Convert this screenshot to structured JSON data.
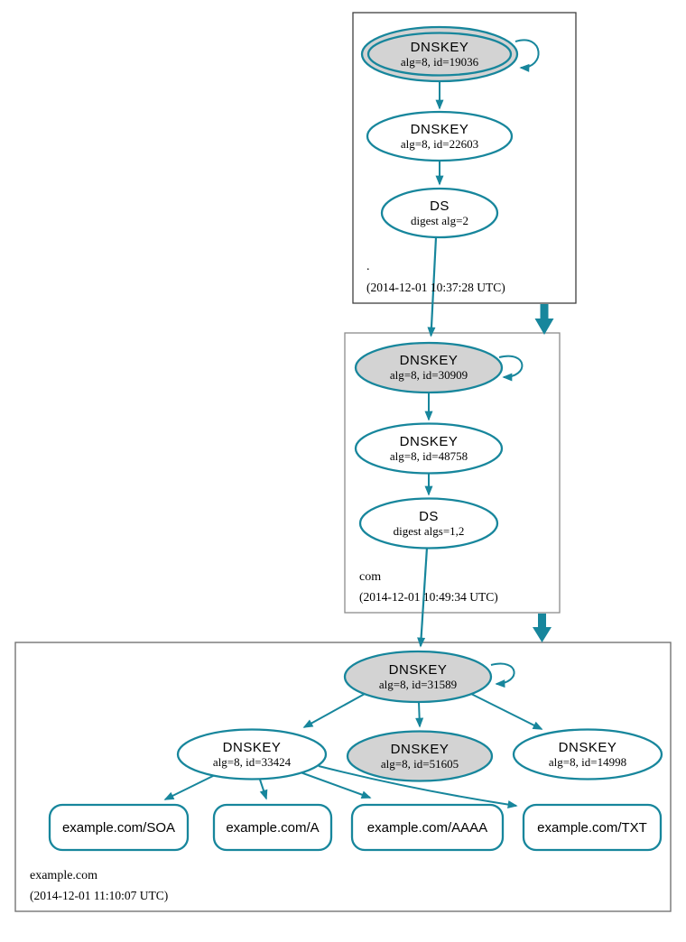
{
  "diagram_type": "dnssec-authentication-chain",
  "colors": {
    "teal": "#17869c",
    "node_fill": "#d3d3d3",
    "box_border_root": "#3f3f3f",
    "box_border_com": "#8c8c8c",
    "box_border_example": "#757575",
    "text": "#000000"
  },
  "zones": [
    {
      "name": ".",
      "timestamp": "(2014-12-01 10:37:28 UTC)"
    },
    {
      "name": "com",
      "timestamp": "(2014-12-01 10:49:34 UTC)"
    },
    {
      "name": "example.com",
      "timestamp": "(2014-12-01 11:10:07 UTC)"
    }
  ],
  "nodes": {
    "root_ksk": {
      "label": "DNSKEY",
      "detail": "alg=8, id=19036"
    },
    "root_zsk": {
      "label": "DNSKEY",
      "detail": "alg=8, id=22603"
    },
    "root_ds": {
      "label": "DS",
      "detail": "digest alg=2"
    },
    "com_ksk": {
      "label": "DNSKEY",
      "detail": "alg=8, id=30909"
    },
    "com_zsk": {
      "label": "DNSKEY",
      "detail": "alg=8, id=48758"
    },
    "com_ds": {
      "label": "DS",
      "detail": "digest algs=1,2"
    },
    "example_ksk": {
      "label": "DNSKEY",
      "detail": "alg=8, id=31589"
    },
    "example_zsk": {
      "label": "DNSKEY",
      "detail": "alg=8, id=33424"
    },
    "example_key_51605": {
      "label": "DNSKEY",
      "detail": "alg=8, id=51605"
    },
    "example_key_14998": {
      "label": "DNSKEY",
      "detail": "alg=8, id=14998"
    }
  },
  "rrsets": [
    {
      "label": "example.com/SOA"
    },
    {
      "label": "example.com/A"
    },
    {
      "label": "example.com/AAAA"
    },
    {
      "label": "example.com/TXT"
    }
  ],
  "edges": [
    {
      "from": "root_ksk",
      "to": "root_ksk",
      "type": "self-sign"
    },
    {
      "from": "root_ksk",
      "to": "root_zsk",
      "type": "sign"
    },
    {
      "from": "root_zsk",
      "to": "root_ds",
      "type": "sign"
    },
    {
      "from": "root_ds",
      "to": "com_ksk",
      "type": "delegation"
    },
    {
      "from": "zone-root",
      "to": "zone-com",
      "type": "zone-delegation"
    },
    {
      "from": "com_ksk",
      "to": "com_ksk",
      "type": "self-sign"
    },
    {
      "from": "com_ksk",
      "to": "com_zsk",
      "type": "sign"
    },
    {
      "from": "com_zsk",
      "to": "com_ds",
      "type": "sign"
    },
    {
      "from": "com_ds",
      "to": "example_ksk",
      "type": "delegation"
    },
    {
      "from": "zone-com",
      "to": "zone-example",
      "type": "zone-delegation"
    },
    {
      "from": "example_ksk",
      "to": "example_ksk",
      "type": "self-sign"
    },
    {
      "from": "example_ksk",
      "to": "example_zsk",
      "type": "sign"
    },
    {
      "from": "example_ksk",
      "to": "example_key_51605",
      "type": "sign"
    },
    {
      "from": "example_ksk",
      "to": "example_key_14998",
      "type": "sign"
    },
    {
      "from": "example_zsk",
      "to": "example.com/SOA",
      "type": "sign"
    },
    {
      "from": "example_zsk",
      "to": "example.com/A",
      "type": "sign"
    },
    {
      "from": "example_zsk",
      "to": "example.com/AAAA",
      "type": "sign"
    },
    {
      "from": "example_zsk",
      "to": "example.com/TXT",
      "type": "sign"
    }
  ]
}
